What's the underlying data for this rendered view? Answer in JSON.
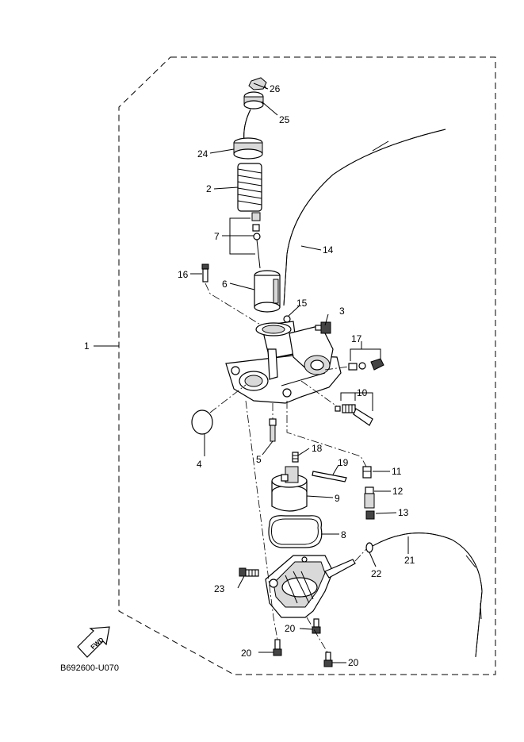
{
  "diagram_code": "B692600-U070",
  "fwd_label": "FWD",
  "callouts": {
    "c1": "1",
    "c2": "2",
    "c3": "3",
    "c4": "4",
    "c5": "5",
    "c6": "6",
    "c7": "7",
    "c8": "8",
    "c9": "9",
    "c10": "10",
    "c11": "11",
    "c12": "12",
    "c13": "13",
    "c14": "14",
    "c15": "15",
    "c16": "16",
    "c17": "17",
    "c18": "18",
    "c19": "19",
    "c20a": "20",
    "c20b": "20",
    "c20c": "20",
    "c21": "21",
    "c22": "22",
    "c23": "23",
    "c24": "24",
    "c25": "25",
    "c26": "26"
  }
}
